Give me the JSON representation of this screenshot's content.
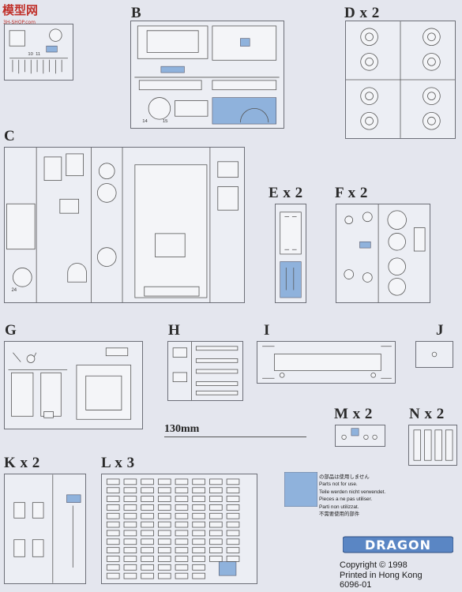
{
  "watermark": {
    "title": "模型网",
    "subtitle": "3H-SHOP.com"
  },
  "labels": {
    "B": "B",
    "D": "D x 2",
    "C": "C",
    "E": "E x 2",
    "F": "F x 2",
    "G": "G",
    "H": "H",
    "I": "I",
    "J": "J",
    "M": "M x 2",
    "N": "N x 2",
    "K": "K x 2",
    "L": "L x 3"
  },
  "scale": "130mm",
  "notes": [
    "の部品は使用しません",
    "Parts not for use.",
    "Teile werden nicht verwendet.",
    "Pieces a ne pas utiliser.",
    "Parti non utilizzat.",
    "不需要使用的部件"
  ],
  "brand": "DRAGON",
  "footer": {
    "copyright": "Copyright © 1998",
    "printed": "Printed in Hong Kong",
    "code": "6096-01"
  },
  "colors": {
    "unused_parts": "#8fb2dc",
    "background": "#e4e6ee",
    "sprue": "#6d6f78"
  }
}
